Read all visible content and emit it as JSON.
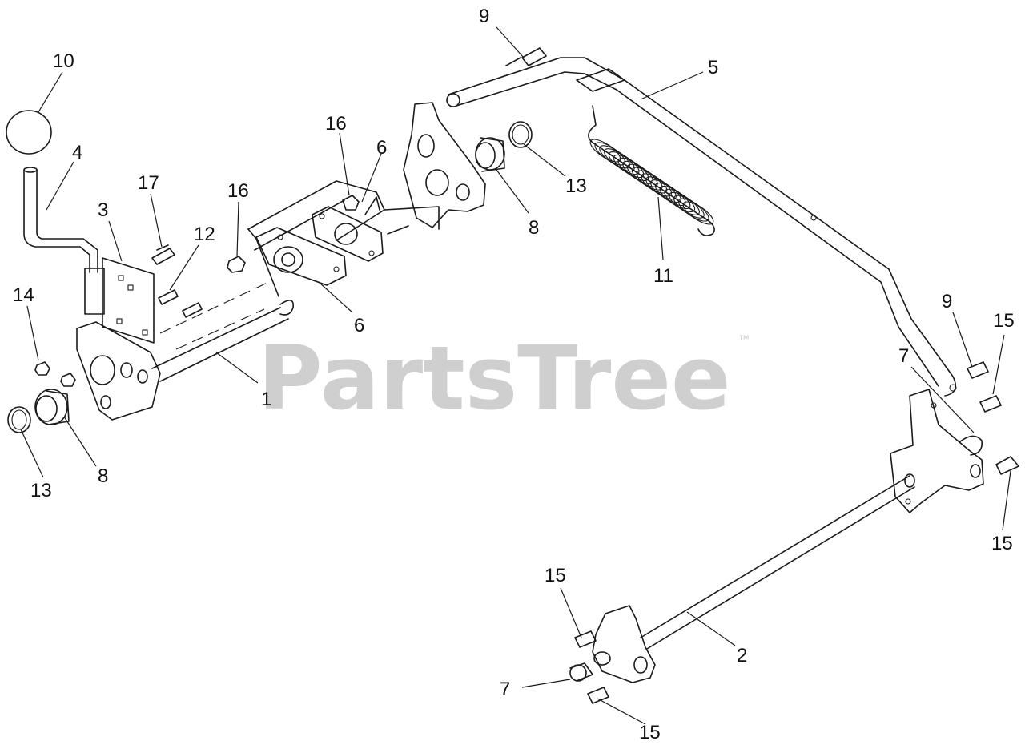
{
  "watermark": {
    "text": "PartsTree",
    "trademark": "™"
  },
  "callouts": [
    {
      "id": "c10",
      "label": "10"
    },
    {
      "id": "c4",
      "label": "4"
    },
    {
      "id": "c3",
      "label": "3"
    },
    {
      "id": "c17",
      "label": "17"
    },
    {
      "id": "c12",
      "label": "12"
    },
    {
      "id": "c16a",
      "label": "16"
    },
    {
      "id": "c16b",
      "label": "16"
    },
    {
      "id": "c6a",
      "label": "6"
    },
    {
      "id": "c6b",
      "label": "6"
    },
    {
      "id": "c14",
      "label": "14"
    },
    {
      "id": "c1",
      "label": "1"
    },
    {
      "id": "c8a",
      "label": "8"
    },
    {
      "id": "c13a",
      "label": "13"
    },
    {
      "id": "c9a",
      "label": "9"
    },
    {
      "id": "c5",
      "label": "5"
    },
    {
      "id": "c13b",
      "label": "13"
    },
    {
      "id": "c8b",
      "label": "8"
    },
    {
      "id": "c11",
      "label": "11"
    },
    {
      "id": "c9b",
      "label": "9"
    },
    {
      "id": "c15a",
      "label": "15"
    },
    {
      "id": "c7a",
      "label": "7"
    },
    {
      "id": "c15b",
      "label": "15"
    },
    {
      "id": "c15c",
      "label": "15"
    },
    {
      "id": "c2",
      "label": "2"
    },
    {
      "id": "c7b",
      "label": "7"
    },
    {
      "id": "c15d",
      "label": "15"
    }
  ]
}
